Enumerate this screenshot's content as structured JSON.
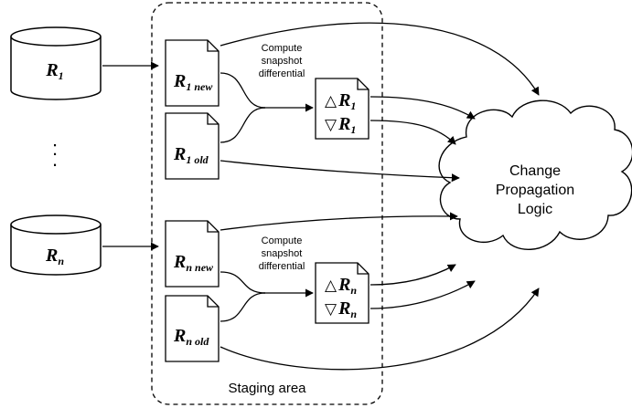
{
  "relations": [
    {
      "base": "R",
      "sub": "1"
    },
    {
      "base": "R",
      "sub": "n"
    }
  ],
  "ellipsis": ":",
  "snapshots": [
    {
      "new": {
        "base": "R",
        "sub": "1 new"
      },
      "old": {
        "base": "R",
        "sub": "1 old"
      },
      "delta_up": {
        "sym": "△",
        "base": "R",
        "sub": "1"
      },
      "delta_down": {
        "sym": "▽",
        "base": "R",
        "sub": "1"
      }
    },
    {
      "new": {
        "base": "R",
        "sub": "n new"
      },
      "old": {
        "base": "R",
        "sub": "n old"
      },
      "delta_up": {
        "sym": "△",
        "base": "R",
        "sub": "n"
      },
      "delta_down": {
        "sym": "▽",
        "base": "R",
        "sub": "n"
      }
    }
  ],
  "compute_label": [
    "Compute",
    "snapshot",
    "differential"
  ],
  "cloud_label": [
    "Change",
    "Propagation",
    "Logic"
  ],
  "staging_label": "Staging area"
}
